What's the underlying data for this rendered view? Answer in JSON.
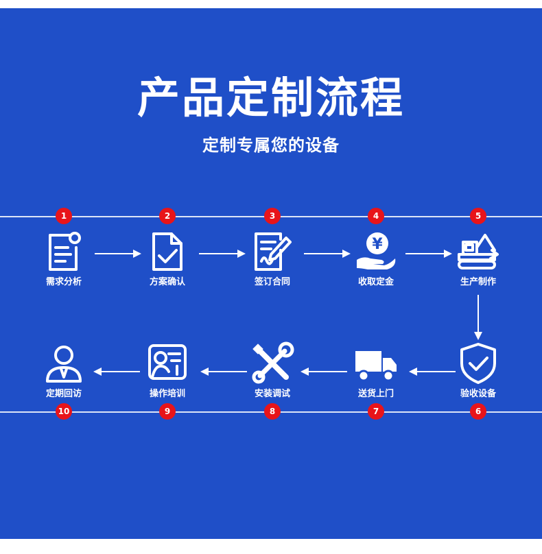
{
  "title": "产品定制流程",
  "subtitle": "定制专属您的设备",
  "steps": [
    {
      "num": "1",
      "label": "需求分析",
      "icon": "requirements-doc-icon"
    },
    {
      "num": "2",
      "label": "方案确认",
      "icon": "document-check-icon"
    },
    {
      "num": "3",
      "label": "签订合同",
      "icon": "contract-sign-icon"
    },
    {
      "num": "4",
      "label": "收取定金",
      "icon": "hand-yuan-coin-icon"
    },
    {
      "num": "5",
      "label": "生产制作",
      "icon": "excavator-icon"
    },
    {
      "num": "6",
      "label": "验收设备",
      "icon": "shield-check-icon"
    },
    {
      "num": "7",
      "label": "送货上门",
      "icon": "delivery-truck-icon"
    },
    {
      "num": "8",
      "label": "安装调试",
      "icon": "wrench-screwdriver-icon"
    },
    {
      "num": "9",
      "label": "操作培训",
      "icon": "training-board-icon"
    },
    {
      "num": "10",
      "label": "定期回访",
      "icon": "person-icon"
    }
  ],
  "colors": {
    "background": "#1f4fc8",
    "badge": "#e8141a",
    "foreground": "#ffffff"
  }
}
